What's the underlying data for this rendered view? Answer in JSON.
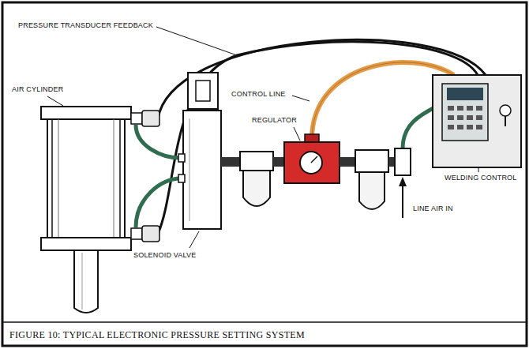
{
  "diagram": {
    "caption": "FIGURE 10: TYPICAL ELECTRONIC PRESSURE SETTING SYSTEM",
    "labels": [
      "PRESSURE TRANSDUCER FEEDBACK",
      "CONTROL LINE",
      "AIR CYLINDER",
      "REGULATOR",
      "WELDING CONTROL",
      "LINE AIR IN",
      "SOLENOID VALVE"
    ]
  }
}
